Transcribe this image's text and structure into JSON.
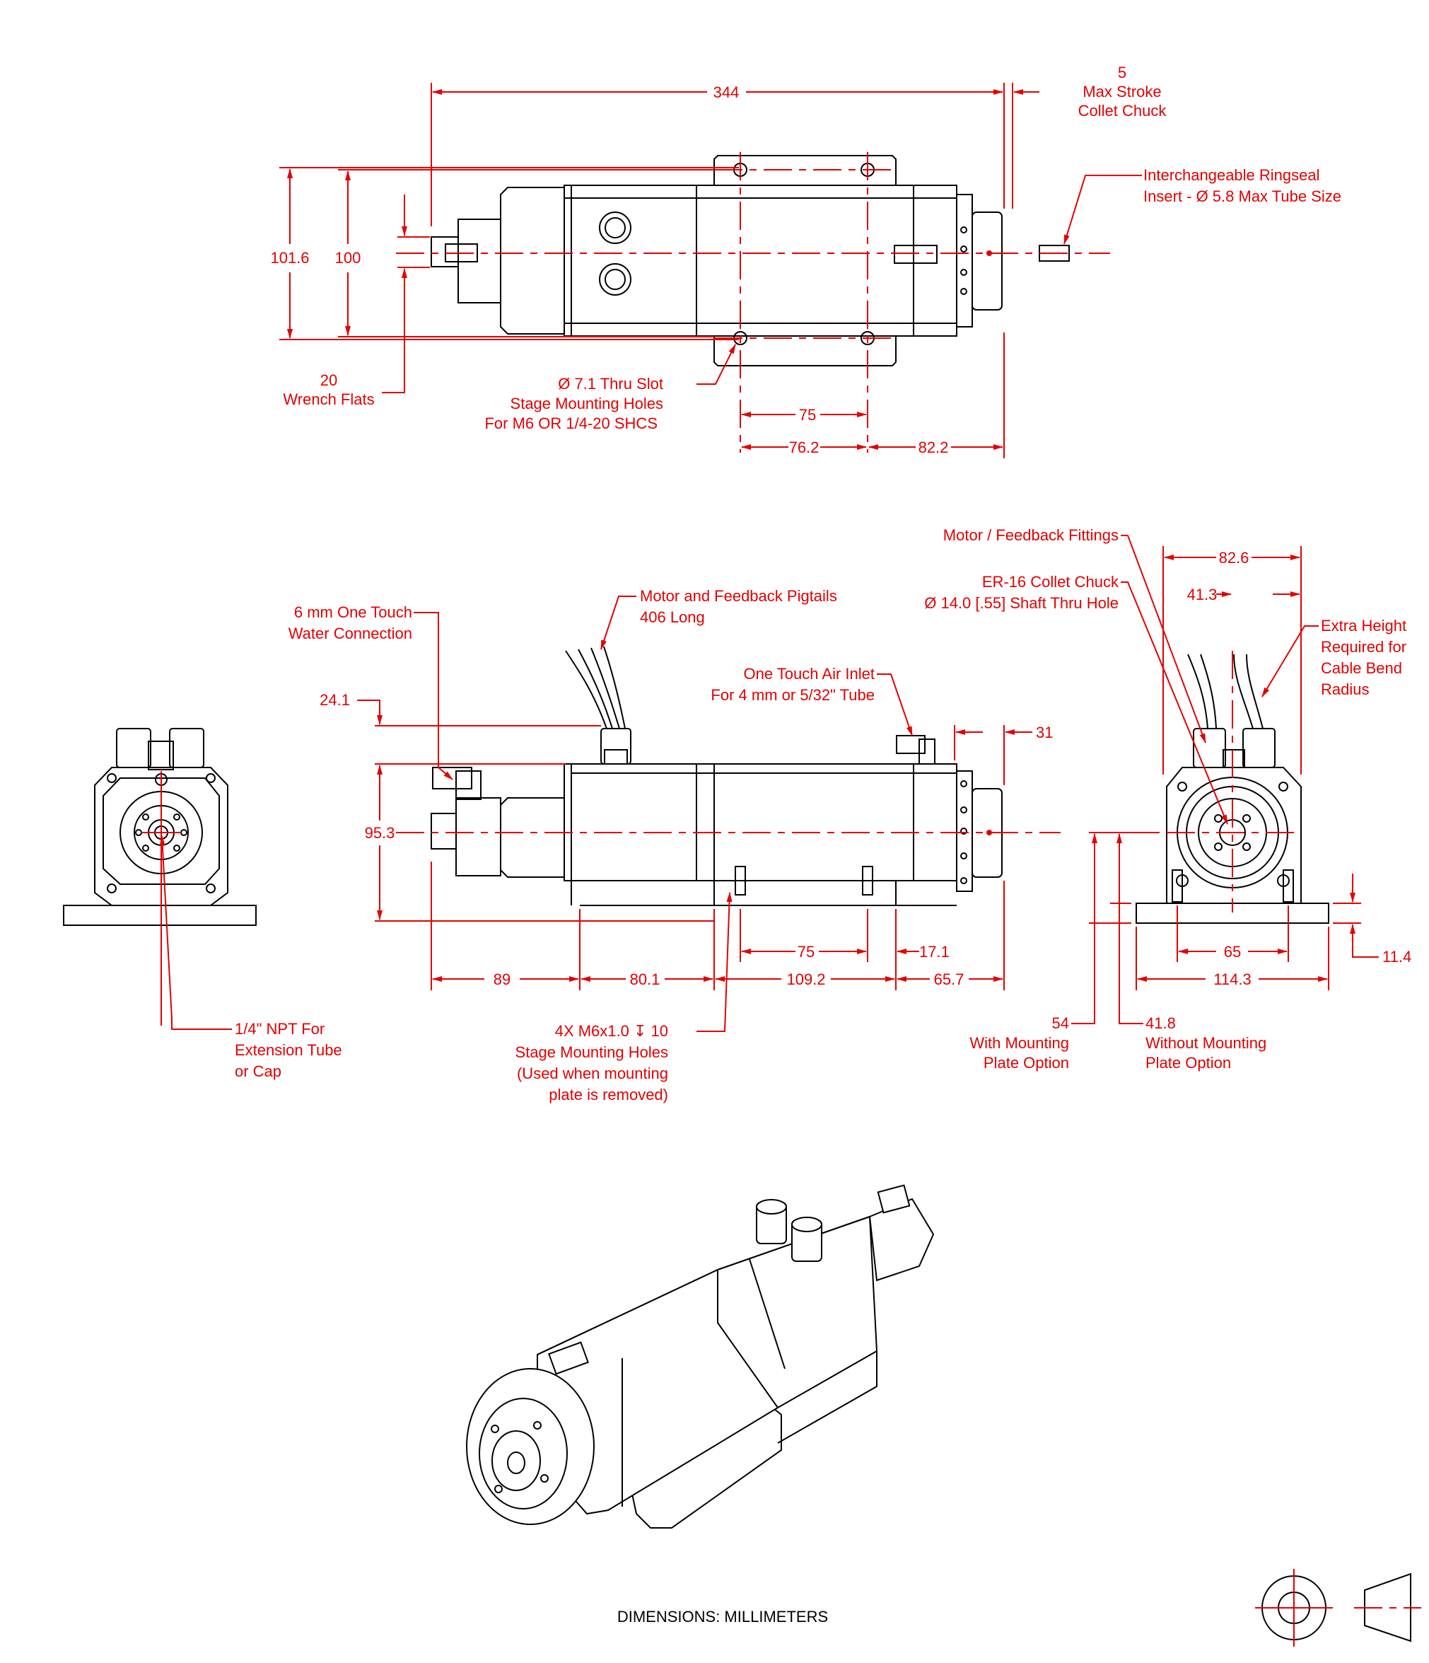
{
  "top_view": {
    "dim_length": "344",
    "stroke_value": "5",
    "stroke_line1": "Max Stroke",
    "stroke_line2": "Collet Chuck",
    "ringseal_line1": "Interchangeable Ringseal",
    "ringseal_line2": "Insert - Ø 5.8 Max Tube Size",
    "dim_width_outer": "101.6",
    "dim_width_inner": "100",
    "wrench_value": "20",
    "wrench_label": "Wrench Flats",
    "slot_line1": "Ø 7.1 Thru Slot",
    "slot_line2": "Stage Mounting Holes",
    "slot_line3": "For M6 OR 1/4-20 SHCS",
    "dim_75": "75",
    "dim_76_2": "76.2",
    "dim_82_2": "82.2"
  },
  "side_view": {
    "water_line1": "6 mm One Touch",
    "water_line2": "Water Connection",
    "pigtail_line1": "Motor and Feedback Pigtails",
    "pigtail_line2": "406 Long",
    "air_line1": "One Touch Air Inlet",
    "air_line2": "For 4 mm or 5/32\" Tube",
    "dim_24_1": "24.1",
    "dim_95_3": "95.3",
    "dim_31": "31",
    "dim_89": "89",
    "dim_80_1": "80.1",
    "dim_109_2": "109.2",
    "dim_65_7": "65.7",
    "dim_75": "75",
    "dim_17_1": "17.1",
    "holes_line1": "4X M6x1.0 ↧ 10",
    "holes_line2": "Stage Mounting Holes",
    "holes_line3": "(Used when mounting",
    "holes_line4": "plate is removed)"
  },
  "left_view": {
    "npt_line1": "1/4\" NPT For",
    "npt_line2": "Extension Tube",
    "npt_line3": "or Cap"
  },
  "end_view": {
    "fittings_label": "Motor / Feedback Fittings",
    "collet_line1": "ER-16 Collet Chuck",
    "collet_line2": "Ø 14.0 [.55] Shaft Thru Hole",
    "dim_82_6": "82.6",
    "dim_41_3": "41.3",
    "extra_line1": "Extra Height",
    "extra_line2": "Required for",
    "extra_line3": "Cable Bend",
    "extra_line4": "Radius",
    "dim_54": "54",
    "with_line1": "With Mounting",
    "with_line2": "Plate Option",
    "dim_41_8": "41.8",
    "without_line1": "Without Mounting",
    "without_line2": "Plate Option",
    "dim_65": "65",
    "dim_114_3": "114.3",
    "dim_11_4": "11.4"
  },
  "footer": {
    "units_note": "DIMENSIONS:  MILLIMETERS"
  }
}
